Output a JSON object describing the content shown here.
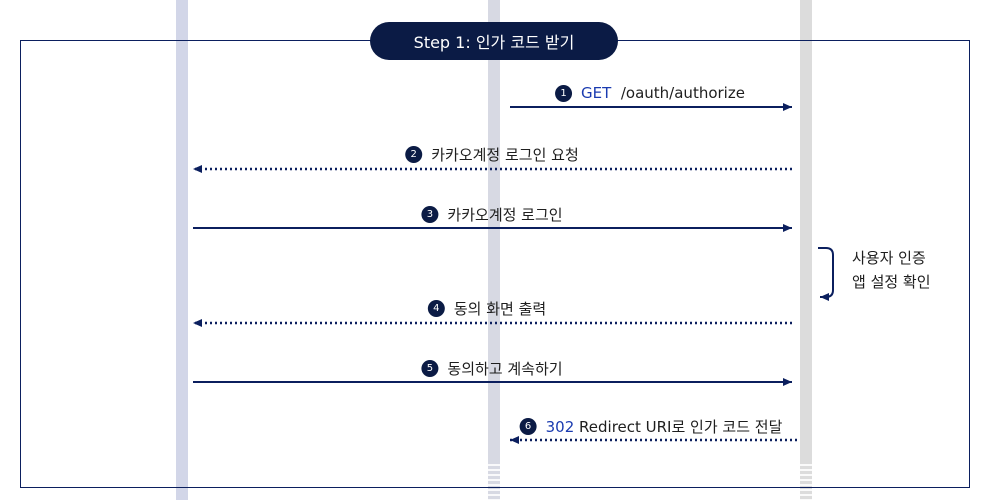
{
  "step_title": "Step 1: 인가 코드 받기",
  "messages": [
    {
      "num": "1",
      "method": "GET",
      "text": "/oauth/authorize"
    },
    {
      "num": "2",
      "text": "카카오계정 로그인 요청"
    },
    {
      "num": "3",
      "text": "카카오계정 로그인"
    },
    {
      "num": "4",
      "text": "동의 화면 출력"
    },
    {
      "num": "5",
      "text": "동의하고 계속하기"
    },
    {
      "num": "6",
      "code": "302",
      "text": "Redirect URI로 인가 코드 전달"
    }
  ],
  "self_message": {
    "line1": "사용자 인증",
    "line2": "앱 설정 확인"
  },
  "colors": {
    "navy": "#0b1b45",
    "frame": "#0b1f5e",
    "keyword": "#1a3bb0",
    "lifeline_user": "#d2d6e8",
    "lifeline_service": "#d7d9e3",
    "lifeline_kakao": "#dcdcdc"
  }
}
